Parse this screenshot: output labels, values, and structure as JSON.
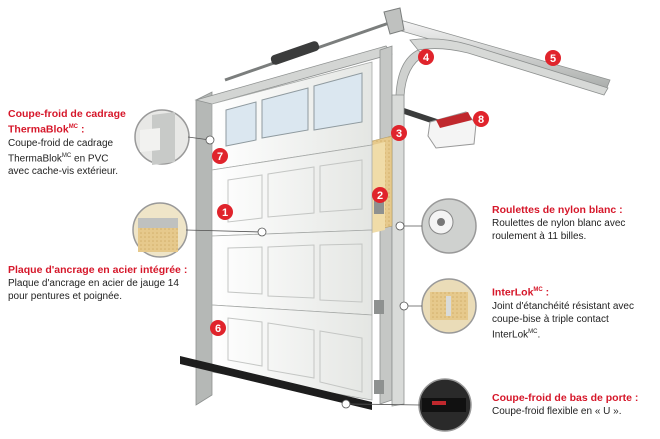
{
  "colors": {
    "accent": "#d6172a",
    "text": "#222222",
    "frame": "#c9cbc9",
    "panel": "#f2f2f0",
    "badge": "#e0242c"
  },
  "callouts": {
    "frame_seal": {
      "title_line1": "Coupe-froid de cadrage",
      "title_line2": "ThermaBlok",
      "title_tm": "MC",
      "title_colon": " :",
      "body_line1": "Coupe-froid de cadrage",
      "body_line2_a": "ThermaBlok",
      "body_line2_tm": "MC",
      "body_line2_b": " en PVC",
      "body_line3": "avec cache-vis extérieur."
    },
    "anchor_plate": {
      "title": "Plaque d'ancrage en acier intégrée :",
      "body_line1": "Plaque d'ancrage en acier de jauge 14",
      "body_line2": "pour pentures et poignée."
    },
    "rollers": {
      "title": "Roulettes de nylon blanc :",
      "body_line1": "Roulettes de nylon blanc avec",
      "body_line2": "roulement à 11 billes."
    },
    "interlok": {
      "title": "InterLok",
      "title_tm": "MC",
      "title_colon": " :",
      "body_line1": "Joint d'étanchéité résistant avec",
      "body_line2": "coupe-bise à triple contact",
      "body_line3_a": "InterLok",
      "body_line3_tm": "MC",
      "body_line3_b": "."
    },
    "bottom_seal": {
      "title": "Coupe-froid de bas de porte :",
      "body": "Coupe-froid flexible en « U »."
    }
  },
  "badges": [
    "1",
    "2",
    "3",
    "4",
    "5",
    "6",
    "7",
    "8"
  ]
}
